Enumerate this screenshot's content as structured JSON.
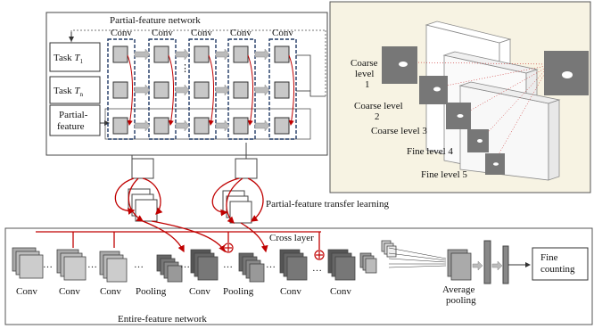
{
  "partial_network": {
    "title": "Partial-feature network",
    "conv_labels": [
      "Conv",
      "Conv",
      "Conv",
      "Conv",
      "Conv"
    ],
    "tasks": [
      {
        "label": "Task",
        "sub": "T",
        "subscript": "1"
      },
      {
        "label": "Task",
        "sub": "T",
        "subscript": "n"
      }
    ],
    "partial_feature_label": [
      "Partial-",
      "feature"
    ]
  },
  "levels_panel": {
    "levels": [
      {
        "lines": [
          "Coarse",
          "level",
          "1"
        ]
      },
      {
        "lines": [
          "Coarse level",
          "2"
        ]
      },
      {
        "lines": [
          "Coarse level  3"
        ]
      },
      {
        "lines": [
          "Fine level  4"
        ]
      },
      {
        "lines": [
          "Fine level  5"
        ]
      }
    ]
  },
  "transfer_label": "Partial-feature transfer learning",
  "entire_network": {
    "title": "Entire-feature network",
    "cross_layer": "Cross layer",
    "bottom_labels": [
      "Conv",
      "Conv",
      "Conv",
      "Pooling",
      "Conv",
      "Pooling",
      "Conv",
      "Conv"
    ],
    "ellipsis": "…",
    "average_pooling": [
      "Average",
      "pooling"
    ],
    "fine_counting": [
      "Fine",
      "counting"
    ]
  },
  "colors": {
    "accent_red": "#c00000",
    "dashed_blue": "#1f3864",
    "panel_bg": "#f7f3e3",
    "block_gray": "#c8c8c8"
  }
}
